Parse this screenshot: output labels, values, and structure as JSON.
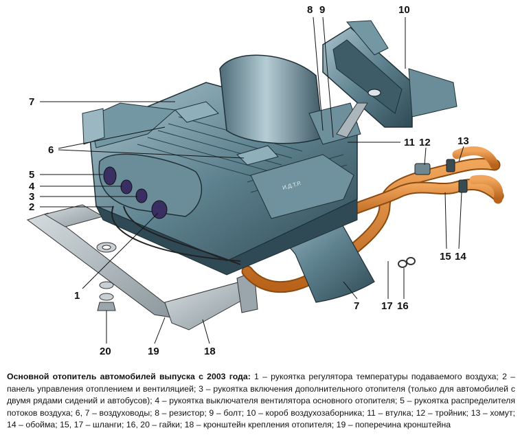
{
  "callouts": {
    "n1": "1",
    "n2": "2",
    "n3": "3",
    "n4": "4",
    "n5": "5",
    "n6": "6",
    "n7a": "7",
    "n7b": "7",
    "n8": "8",
    "n9": "9",
    "n10": "10",
    "n11": "11",
    "n12": "12",
    "n13": "13",
    "n14": "14",
    "n15": "15",
    "n16": "16",
    "n17": "17",
    "n18": "18",
    "n19": "19",
    "n20": "20"
  },
  "caption": {
    "title": "Основной отопитель автомобилей выпуска с 2003 года:",
    "body": " 1 – рукоятка регулятора температуры подаваемого воздуха; 2 – панель управления отоплением и вентиляцией; 3 – рукоятка включения дополнительного отопителя (только для автомобилей с двумя рядами сидений и автобусов); 4 – рукоятка выключателя вентилятора основного отопителя; 5 – рукоятка распределителя потоков воздуха; 6, 7 – воздуховоды; 8 – резистор; 9 – болт; 10 – короб воздухозаборника; 11 – втулка; 12 – тройник; 13 – хомут; 14 – обойма; 15, 17 – шланги; 16, 20 – гайки; 18 – кронштейн крепления отопителя; 19 – поперечина кронштейна"
  },
  "colors": {
    "housing": "#5f8390",
    "housing_dark": "#2f4a55",
    "housing_light": "#9bb7c1",
    "hose": "#d9822b",
    "hose_dark": "#8a4a10",
    "bracket": "#a9b4b8"
  }
}
